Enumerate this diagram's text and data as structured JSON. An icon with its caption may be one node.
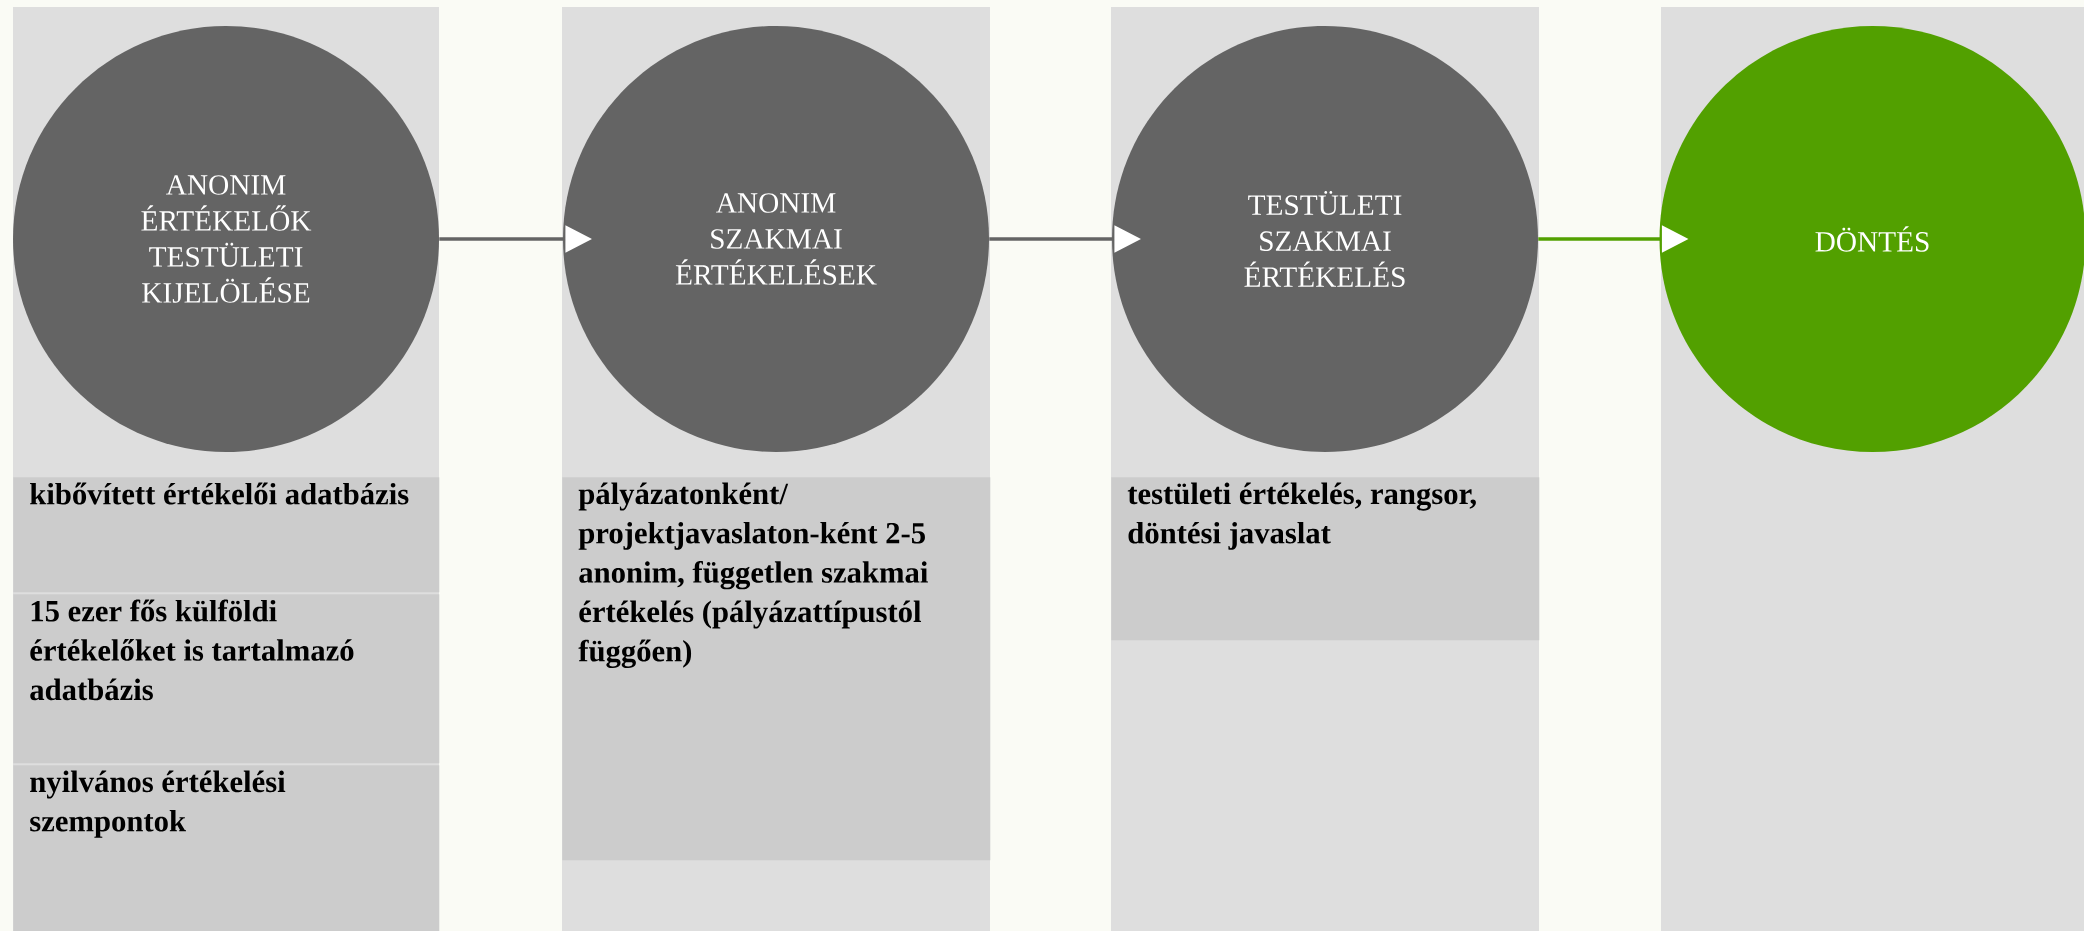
{
  "diagram": {
    "nodes": [
      {
        "text": [
          "ANONIM ÉRTÉKELŐK TESTÜLETI KIJELÖLÉSE"
        ]
      },
      {
        "text": [
          "ANONIM SZAKMAI ÉRTÉKELÉSEK"
        ]
      },
      {
        "text": [
          "TESTÜLETI SZAKMAI ÉRTÉKELÉS"
        ]
      },
      {
        "text": [
          "DÖNTÉS"
        ]
      },
      {
        "text": [
          "kibővített értékelői adatbázis"
        ]
      },
      {
        "text": [
          "15 ezer fős külföldi értékelőket is tartalmazó adatbázis"
        ]
      },
      {
        "text": [
          "nyilvános értékelési szempontok"
        ]
      },
      {
        "text": [
          "pályázatonként/ projektjavaslaton-ként 2-5 anonim, független szakmai értékelés (pályázattípustól függően)"
        ]
      },
      {
        "text": [
          "testületi értékelés, rangsor, döntési javaslat"
        ]
      }
    ],
    "edges": [
      {
        "from": 0,
        "to": 1,
        "arrow": "to"
      },
      {
        "from": 1,
        "to": 2,
        "arrow": "to"
      },
      {
        "from": 2,
        "to": 3,
        "arrow": "to",
        "color": "#52a000"
      }
    ]
  }
}
